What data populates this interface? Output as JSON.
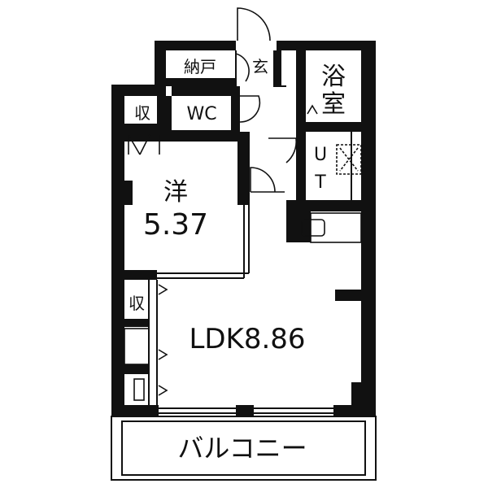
{
  "floor_plan": {
    "rooms": {
      "storage_top": "納戸",
      "entrance": "玄",
      "bath": "浴室",
      "bath_col1": "浴",
      "bath_col2": "室",
      "closet_upper": "収",
      "toilet": "WC",
      "washroom_col1": "U",
      "washroom_col2": "T",
      "western_room": "洋",
      "western_room_size": "5.37",
      "closet_lower": "収",
      "ldk": "LDK8.86",
      "balcony": "バルコニー"
    },
    "colors": {
      "wall": "#111111",
      "background": "#ffffff"
    }
  }
}
